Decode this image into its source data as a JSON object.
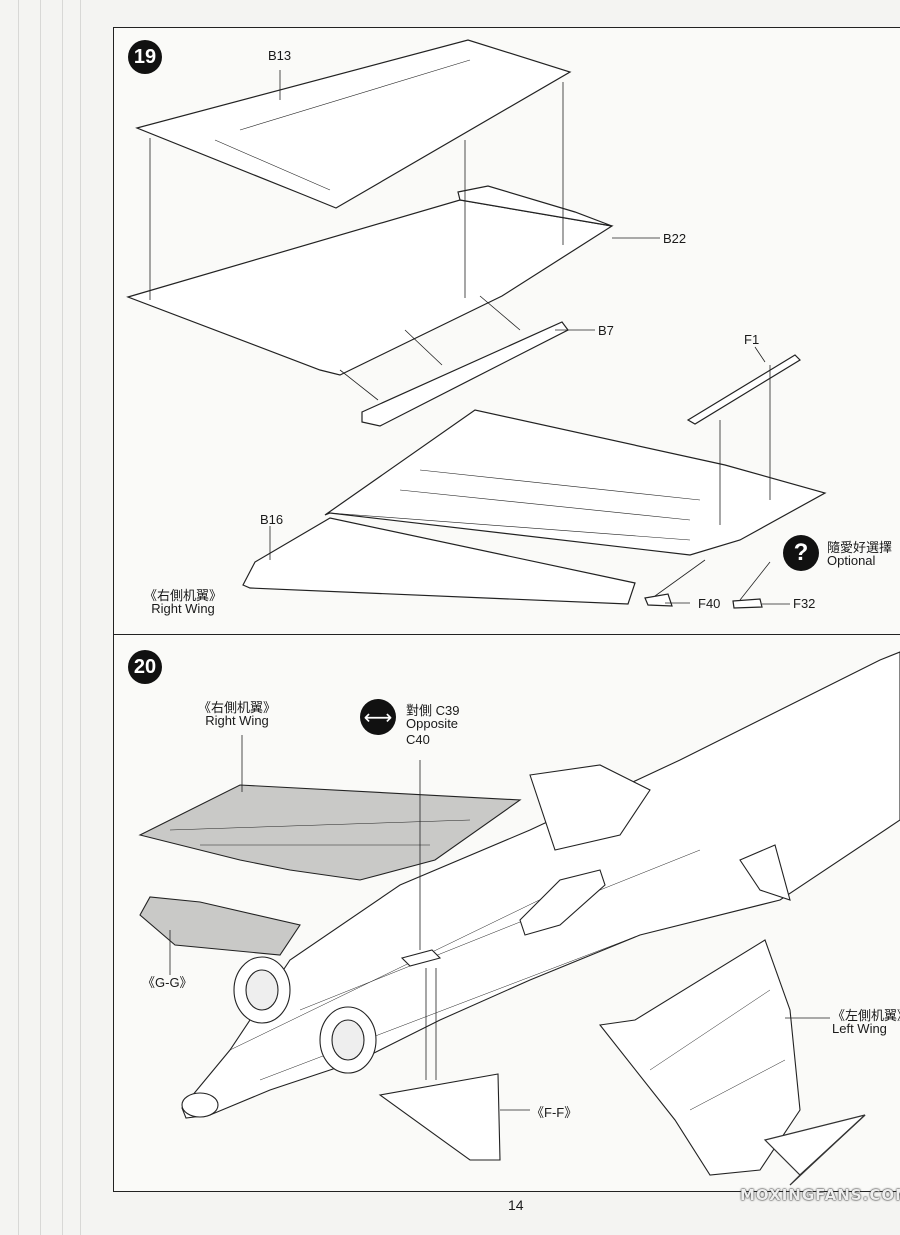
{
  "step19": {
    "number": "19",
    "parts": {
      "b13": "B13",
      "b22": "B22",
      "b7": "B7",
      "f1": "F1",
      "b16": "B16",
      "f40": "F40",
      "f32": "F32"
    },
    "optional_zh": "隨愛好選擇",
    "optional_en": "Optional",
    "wing_zh": "《右側机翼》",
    "wing_en": "Right Wing"
  },
  "step20": {
    "number": "20",
    "right_wing_zh": "《右側机翼》",
    "right_wing_en": "Right Wing",
    "opposite_zh": "對側 C39",
    "opposite_en": "Opposite",
    "opposite_part": "C40",
    "gg": "《G-G》",
    "ff": "《F-F》",
    "left_wing_zh": "《左側机翼》",
    "left_wing_en": "Left Wing"
  },
  "page_number": "14",
  "watermark": "MOXINGFANS.COM",
  "colors": {
    "ink": "#1a1a1a",
    "paper": "#f4f4f2",
    "badge": "#111111"
  }
}
